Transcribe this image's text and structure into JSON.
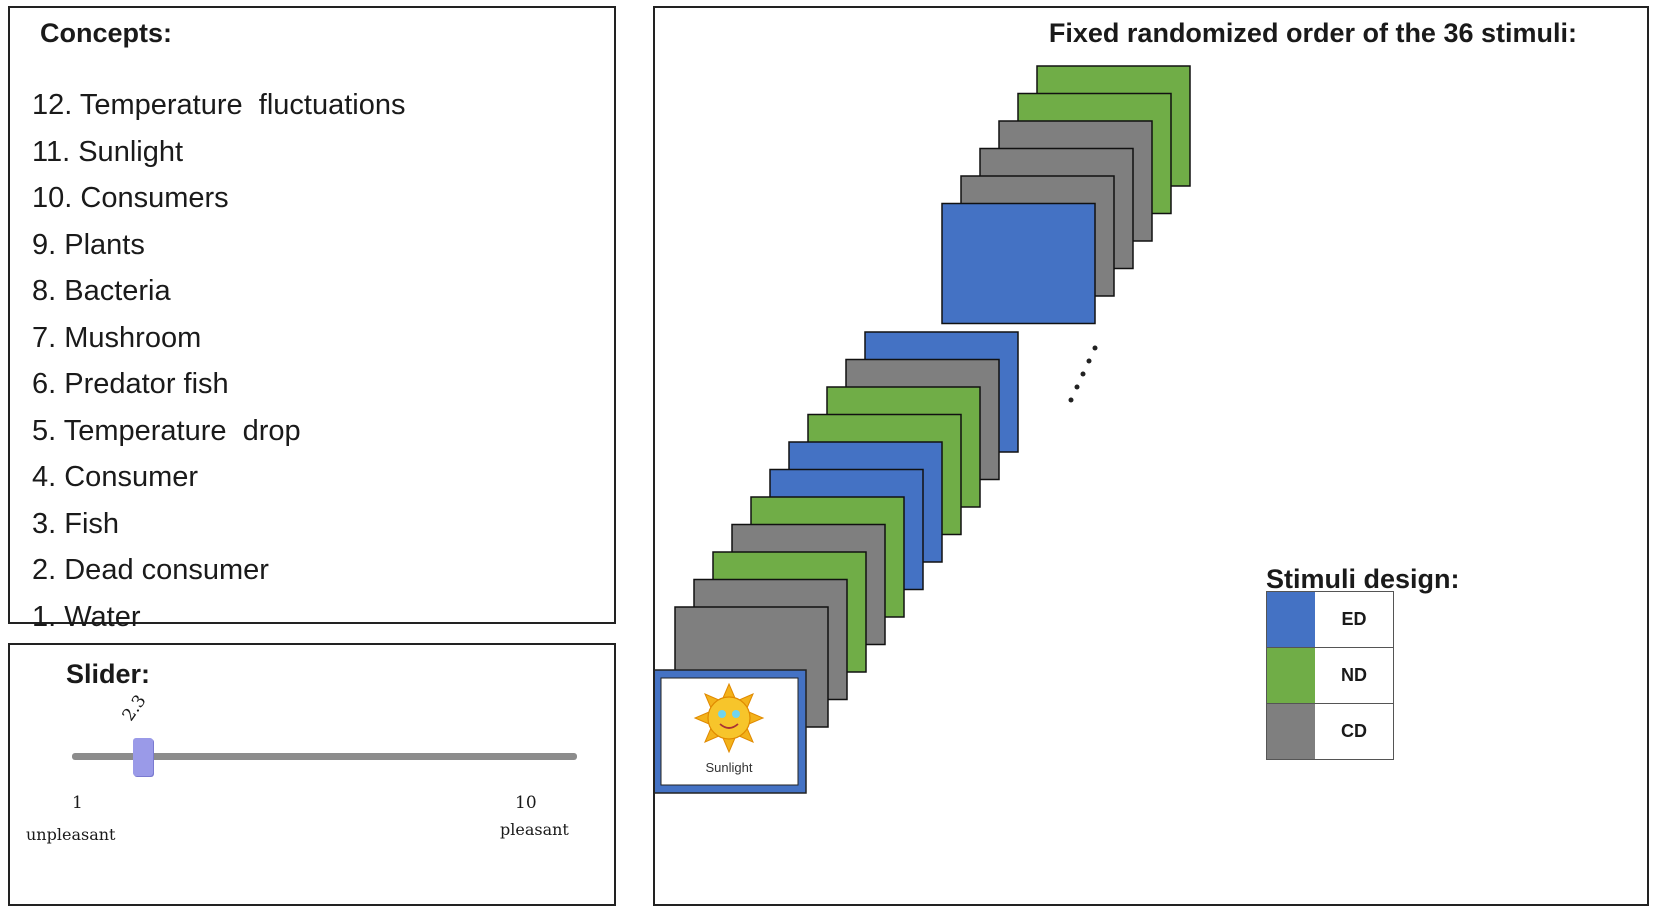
{
  "concepts": {
    "title": "Concepts:",
    "items": [
      "12. Temperature  fluctuations",
      "11. Sunlight",
      "10. Consumers",
      "9. Plants",
      "8. Bacteria",
      "7. Mushroom",
      "6. Predator fish",
      "5. Temperature  drop",
      "4. Consumer",
      "3. Fish",
      "2. Dead consumer",
      "1. Water"
    ]
  },
  "slider": {
    "title": "Slider:",
    "value_label": "2.3",
    "value": 2.3,
    "min_label": "1",
    "max_label": "10",
    "min_word": "unpleasant",
    "max_word": "pleasant",
    "min": 1,
    "max": 10
  },
  "stimuli": {
    "title": "Fixed randomized order of the 36 stimuli:",
    "first_card_label": "Sunlight",
    "first_card_icon": "sun-icon",
    "top_stack": [
      "ND",
      "ND",
      "CD",
      "CD",
      "CD",
      "ED"
    ],
    "bottom_stack": [
      "ED",
      "CD",
      "ND",
      "ND",
      "ED",
      "ED",
      "ND",
      "CD",
      "ND",
      "CD",
      "CD"
    ],
    "first_card_type": "ED"
  },
  "legend": {
    "title": "Stimuli design:",
    "items": [
      {
        "label": "ED",
        "color": "#4472c4"
      },
      {
        "label": "ND",
        "color": "#70ad47"
      },
      {
        "label": "CD",
        "color": "#7f7f7f"
      }
    ]
  }
}
